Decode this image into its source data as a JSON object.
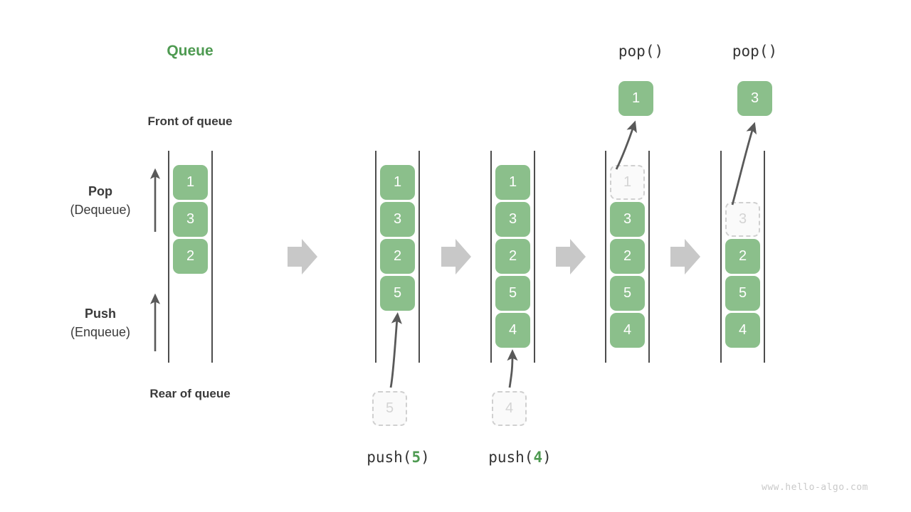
{
  "diagram": {
    "title": "Queue",
    "front_label": "Front of queue",
    "rear_label": "Rear of queue",
    "watermark": "www.hello-algo.com",
    "colors": {
      "block_green": "#8bbf8b",
      "title_green": "#4e9a51",
      "ghost_fill": "#fafafa",
      "ghost_border": "#d0d0d0",
      "ghost_text": "#d4d4d4",
      "rail": "#4d4d4d",
      "text": "#3a3a3a",
      "chevron_gray": "#c8c8c8",
      "motion_arrow": "#595959"
    },
    "side_labels": [
      {
        "line1": "Pop",
        "line2": "(Dequeue)"
      },
      {
        "line1": "Push",
        "line2": "(Enqueue)"
      }
    ],
    "columns": [
      {
        "id": "initial",
        "caption": "",
        "op_prefix": "",
        "op_arg": "",
        "op_suffix": "",
        "blocks": [
          "1",
          "3",
          "2"
        ],
        "ghost_value": "",
        "ejected_value": ""
      },
      {
        "id": "after-push-5",
        "op_prefix": "push(",
        "op_arg": "5",
        "op_suffix": ")",
        "blocks": [
          "1",
          "3",
          "2",
          "5"
        ],
        "ghost_value": "5",
        "ejected_value": ""
      },
      {
        "id": "after-push-4",
        "op_prefix": "push(",
        "op_arg": "4",
        "op_suffix": ")",
        "blocks": [
          "1",
          "3",
          "2",
          "5",
          "4"
        ],
        "ghost_value": "4",
        "ejected_value": ""
      },
      {
        "id": "after-pop-1",
        "op_prefix": "pop()",
        "op_arg": "",
        "op_suffix": "",
        "blocks": [
          "3",
          "2",
          "5",
          "4"
        ],
        "ghost_value": "1",
        "ejected_value": "1"
      },
      {
        "id": "after-pop-3",
        "op_prefix": "pop()",
        "op_arg": "",
        "op_suffix": "",
        "blocks": [
          "2",
          "5",
          "4"
        ],
        "ghost_value": "3",
        "ejected_value": "3"
      }
    ]
  }
}
